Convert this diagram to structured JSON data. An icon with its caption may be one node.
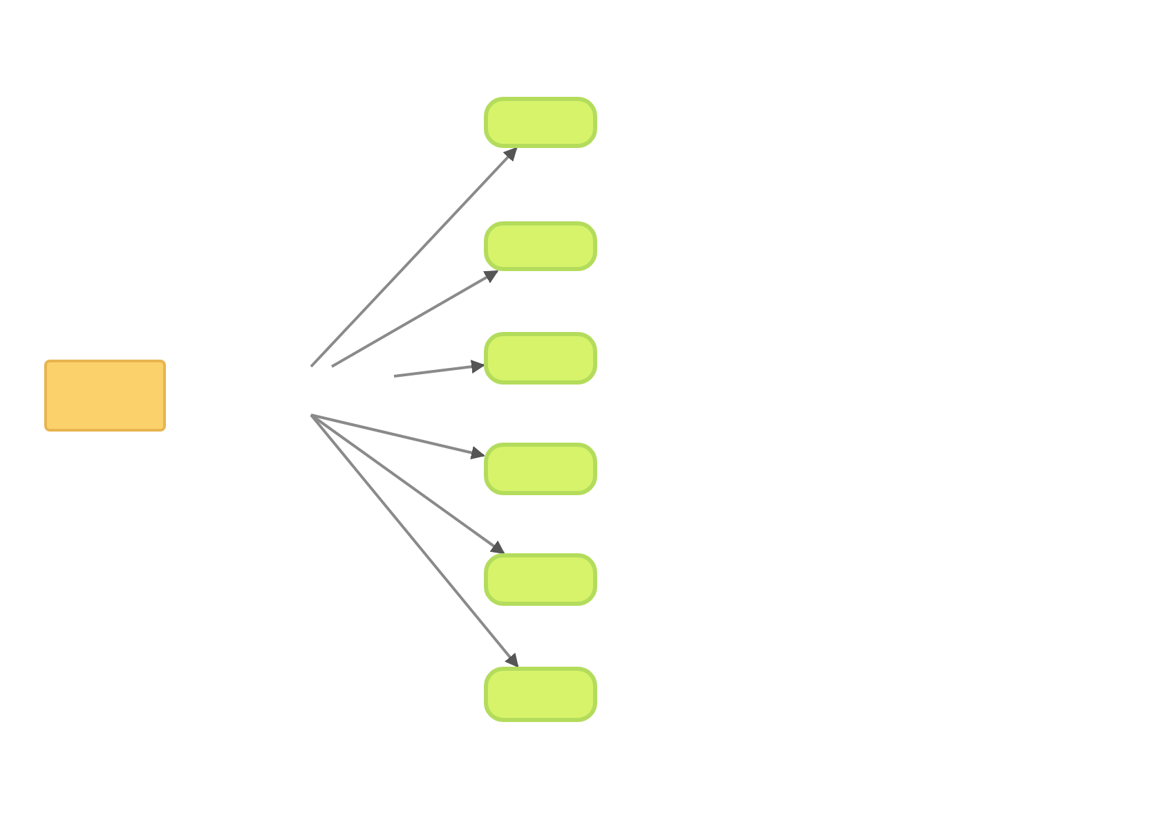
{
  "diagram": {
    "nodes": [
      {
        "text": [],
        "shape": "box"
      },
      {
        "text": [],
        "shape": "box"
      },
      {
        "text": [],
        "shape": "box"
      },
      {
        "text": [],
        "shape": "box"
      },
      {
        "text": [],
        "shape": "box"
      },
      {
        "text": [],
        "shape": "box"
      },
      {
        "text": [],
        "shape": "box"
      }
    ],
    "edges": [
      {
        "from": null,
        "to": 1,
        "arrow": "to"
      },
      {
        "from": null,
        "to": 2,
        "arrow": "to"
      },
      {
        "from": null,
        "to": 3,
        "arrow": "to"
      },
      {
        "from": null,
        "to": 4,
        "arrow": "to"
      },
      {
        "from": null,
        "to": 5,
        "arrow": "to"
      },
      {
        "from": null,
        "to": 6,
        "arrow": "to"
      }
    ]
  }
}
